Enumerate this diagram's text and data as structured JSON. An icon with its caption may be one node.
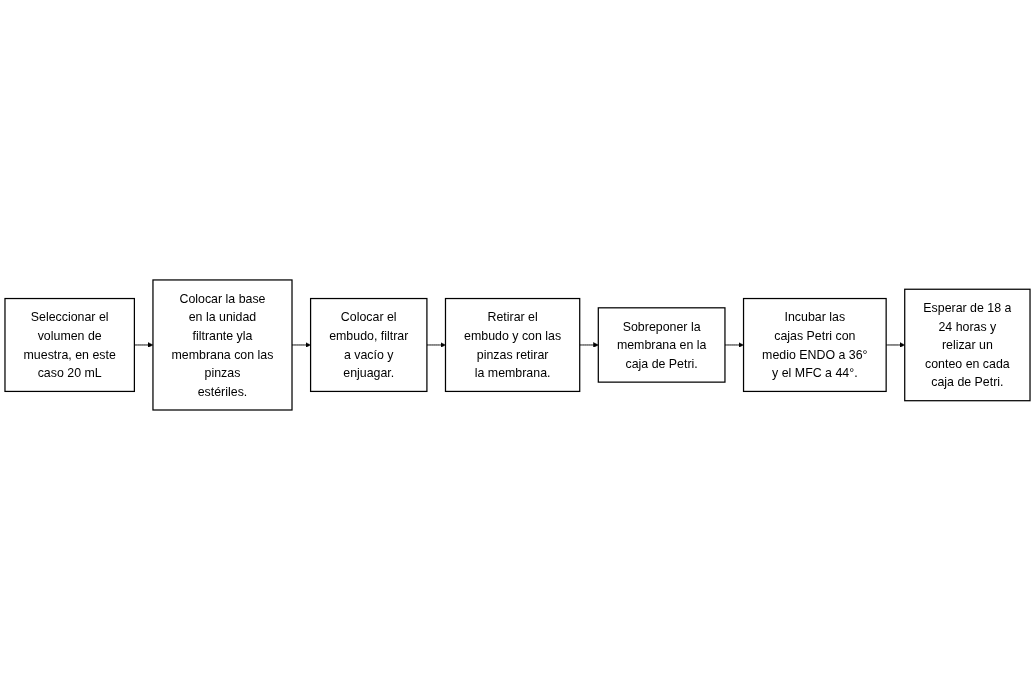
{
  "diagram": {
    "nodes": [
      {
        "text": [
          "Seleccionar el volumen de muestra, en este caso 20 mL"
        ]
      },
      {
        "text": [
          "Colocar la base en la unidad filtrante yla membrana con las pinzas estériles."
        ]
      },
      {
        "text": [
          "Colocar el embudo, filtrar a vacío y enjuagar."
        ]
      },
      {
        "text": [
          "Retirar el embudo y con las pinzas retirar la membrana."
        ]
      },
      {
        "text": [
          "Sobreponer la membrana en la caja de Petri."
        ]
      },
      {
        "text": [
          "Incubar las cajas Petri con medio ENDO a 36° y el MFC a 44°."
        ]
      },
      {
        "text": [
          "Esperar de 18 a 24 horas y relizar un conteo en cada caja de Petri."
        ]
      }
    ],
    "edges": [
      {
        "from": 0,
        "to": 1,
        "arrow": "to"
      },
      {
        "from": 1,
        "to": 2,
        "arrow": "to"
      },
      {
        "from": 2,
        "to": 3,
        "arrow": "to"
      },
      {
        "from": 3,
        "to": 4,
        "arrow": "to"
      },
      {
        "from": 4,
        "to": 5,
        "arrow": "to"
      },
      {
        "from": 5,
        "to": 6,
        "arrow": "to"
      }
    ]
  }
}
